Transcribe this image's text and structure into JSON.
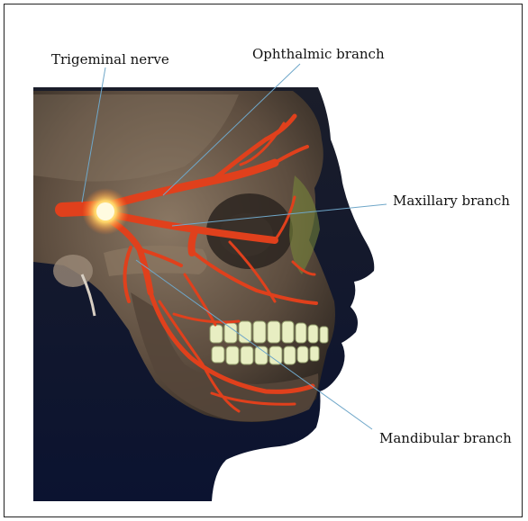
{
  "labels": {
    "trigeminal": "Trigeminal nerve",
    "ophthalmic": "Ophthalmic branch",
    "maxillary": "Maxillary branch",
    "mandibular": "Mandibular branch"
  },
  "colors": {
    "background": "#0c1228",
    "skull": "#6b5a4a",
    "nerve": "#e0401c",
    "ganglion_glow": "#ffe7a0",
    "leader_line": "#6fa7c9",
    "teeth": "#e8eec2"
  }
}
